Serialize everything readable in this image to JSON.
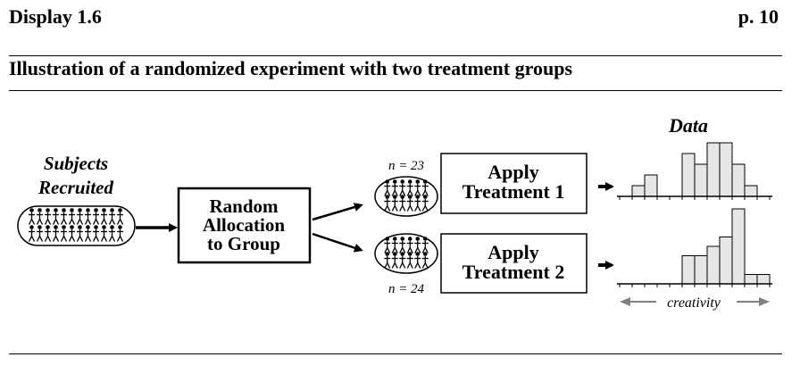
{
  "header": {
    "display": "Display 1.6",
    "page": "p. 10"
  },
  "title": "Illustration of a randomized experiment with two treatment groups",
  "diagram": {
    "subjects_line1": "Subjects",
    "subjects_line2": "Recruited",
    "random_line1": "Random",
    "random_line2": "Allocation",
    "random_line3": "to Group",
    "group1_n": "n = 23",
    "group2_n": "n = 24",
    "t1_line1": "Apply",
    "t1_line2": "Treatment 1",
    "t2_line1": "Apply",
    "t2_line2": "Treatment 2",
    "data_label": "Data",
    "axis_label": "creativity",
    "hist1_counts": [
      0,
      1,
      2,
      0,
      0,
      4,
      3,
      5,
      5,
      3,
      1,
      0
    ],
    "hist2_counts": [
      0,
      0,
      0,
      0,
      0,
      3,
      3,
      4,
      5,
      8,
      1,
      1
    ]
  }
}
